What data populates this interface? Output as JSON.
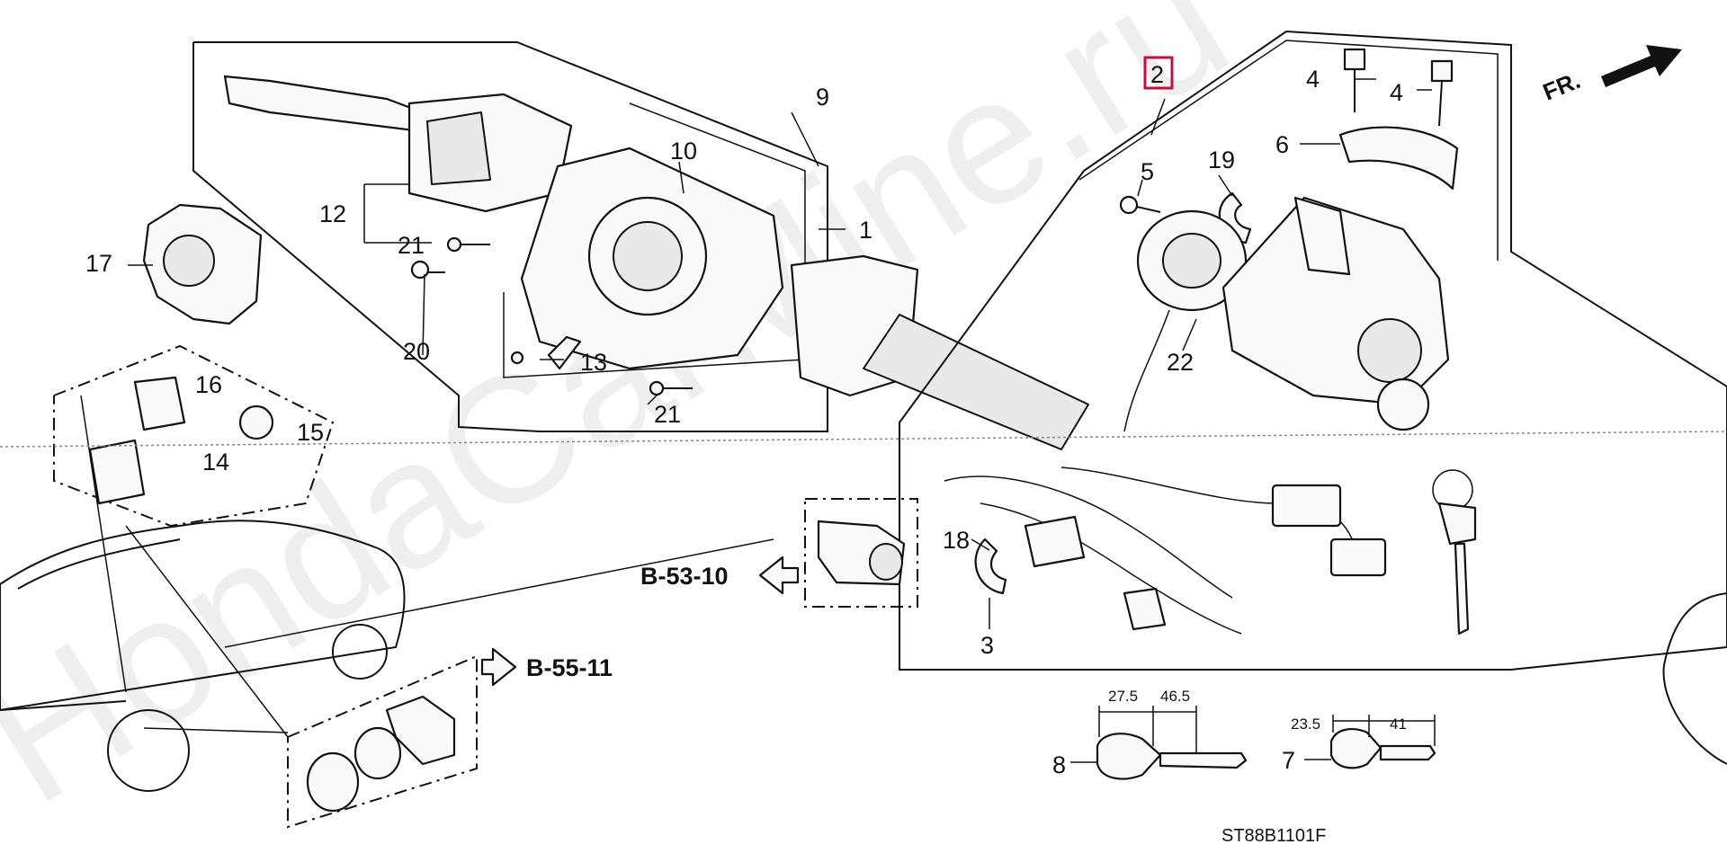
{
  "diagram": {
    "callouts": {
      "c1": "1",
      "c2": "2",
      "c3": "3",
      "c4a": "4",
      "c4b": "4",
      "c5": "5",
      "c6": "6",
      "c7": "7",
      "c8": "8",
      "c9": "9",
      "c10": "10",
      "c12": "12",
      "c13": "13",
      "c14": "14",
      "c15": "15",
      "c16": "16",
      "c17": "17",
      "c18": "18",
      "c19": "19",
      "c20": "20",
      "c21a": "21",
      "c21b": "21",
      "c22": "22"
    },
    "references": {
      "b5310": "B-53-10",
      "b5511": "B-55-11"
    },
    "key_dimensions": {
      "key8_left": "27.5",
      "key8_right": "46.5",
      "key7_left": "23.5",
      "key7_right": "41"
    },
    "direction_label": "FR.",
    "diagram_code": "ST88B1101F",
    "watermark": "HondaCarMine.ru",
    "highlight_color": "#c0133c"
  }
}
